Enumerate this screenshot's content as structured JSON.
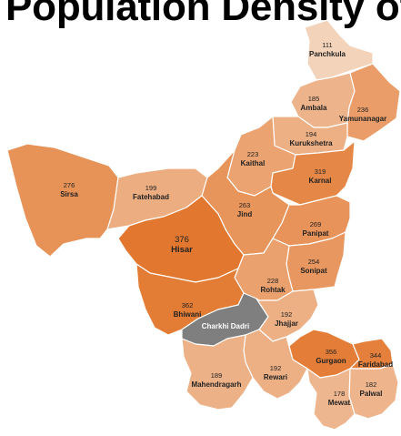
{
  "title": "Population Density of Haryana",
  "colors": {
    "background": "#ffffff",
    "scale_low": "#f3d3b9",
    "scale_mid": "#e99a64",
    "scale_high": "#e2782f",
    "highlight": "#7f7f7f",
    "border": "#ffffff"
  },
  "districts": [
    {
      "name": "Panchkula",
      "value": "111"
    },
    {
      "name": "Ambala",
      "value": "185"
    },
    {
      "name": "Yamunanagar",
      "value": "236"
    },
    {
      "name": "Kurukshetra",
      "value": "194"
    },
    {
      "name": "Kaithal",
      "value": "223"
    },
    {
      "name": "Karnal",
      "value": "319"
    },
    {
      "name": "Sirsa",
      "value": "276"
    },
    {
      "name": "Fatehabad",
      "value": "199"
    },
    {
      "name": "Jind",
      "value": "263"
    },
    {
      "name": "Panipat",
      "value": "269"
    },
    {
      "name": "Hisar",
      "value": "376"
    },
    {
      "name": "Sonipat",
      "value": "254"
    },
    {
      "name": "Rohtak",
      "value": "228"
    },
    {
      "name": "Bhiwani",
      "value": "362"
    },
    {
      "name": "Charkhi Dadri",
      "value": ""
    },
    {
      "name": "Jhajjar",
      "value": "192"
    },
    {
      "name": "Gurgaon",
      "value": "356"
    },
    {
      "name": "Faridabad",
      "value": "344"
    },
    {
      "name": "Rewari",
      "value": "192"
    },
    {
      "name": "Mahendragarh",
      "value": "189"
    },
    {
      "name": "Palwal",
      "value": "182"
    },
    {
      "name": "Mewat",
      "value": "178"
    }
  ]
}
